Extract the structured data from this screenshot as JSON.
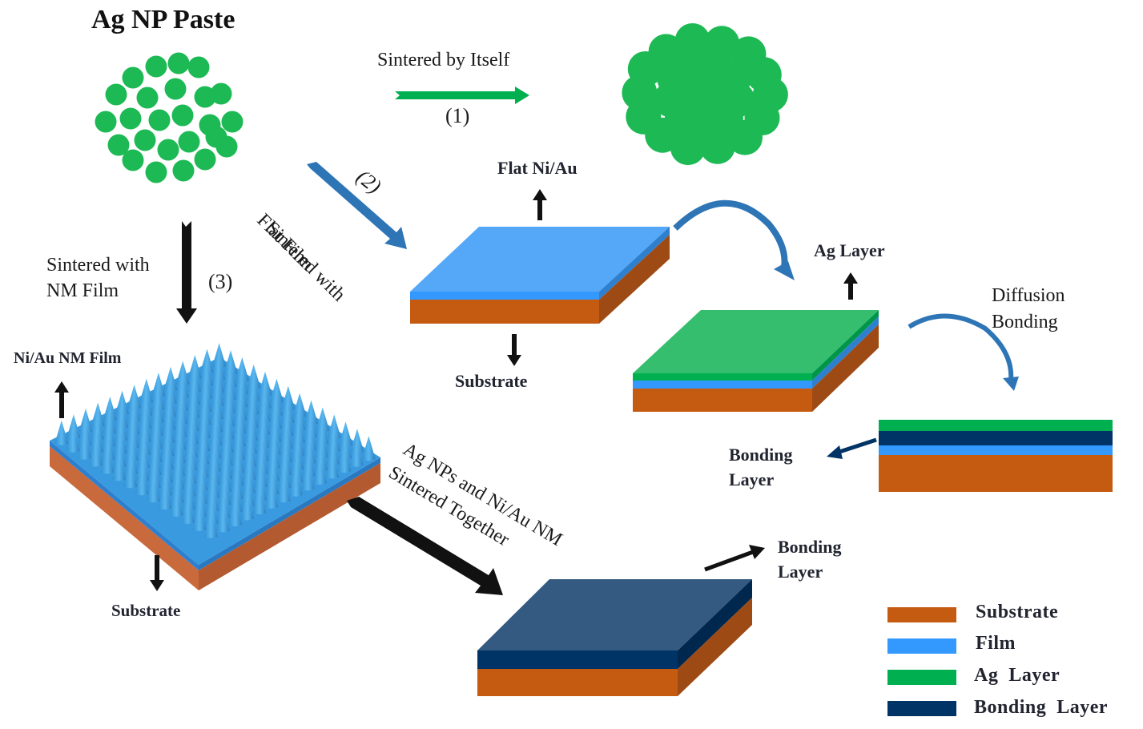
{
  "title": "Ag NP Paste",
  "colors": {
    "substrate": "#C55A11",
    "substrate_side": "#9E4A14",
    "film": "#55A8F7",
    "film_edge": "#3399FF",
    "ag_layer": "#34BE6E",
    "ag_edge": "#00B050",
    "bonding_layer": "#003366",
    "bonding_top": "#345A82",
    "nanoparticle": "#1DB954",
    "arrow_green": "#00B050",
    "arrow_blue": "#2E75B6",
    "arrow_black": "#111111"
  },
  "routes": {
    "route1": {
      "label": "Sintered by Itself",
      "number": "(1)"
    },
    "route2": {
      "label_line1": "Sintered with",
      "label_line2": "Flat Film",
      "number": "(2)"
    },
    "route3": {
      "label_line1": "Sintered with",
      "label_line2": "NM Film",
      "number": "(3)"
    },
    "route4": {
      "label_line1": "Ag NPs and Ni/Au NM",
      "label_line2": "Sintered Together"
    }
  },
  "labels": {
    "flat_niau": "Flat Ni/Au",
    "substrate_flat": "Substrate",
    "ag_layer": "Ag Layer",
    "diffusion_line1": "Diffusion",
    "diffusion_line2": "Bonding",
    "bonding_layer_line1": "Bonding",
    "bonding_layer_line2": "Layer",
    "niau_nm_film": "Ni/Au NM Film",
    "substrate_nm": "Substrate",
    "bonding_bottom_line1": "Bonding",
    "bonding_bottom_line2": "Layer"
  },
  "legend": [
    {
      "label": "Substrate",
      "color": "#C55A11"
    },
    {
      "label": "Film",
      "color": "#3399FF"
    },
    {
      "label": "Ag  Layer",
      "color": "#00B050"
    },
    {
      "label": "Bonding  Layer",
      "color": "#003366"
    }
  ]
}
